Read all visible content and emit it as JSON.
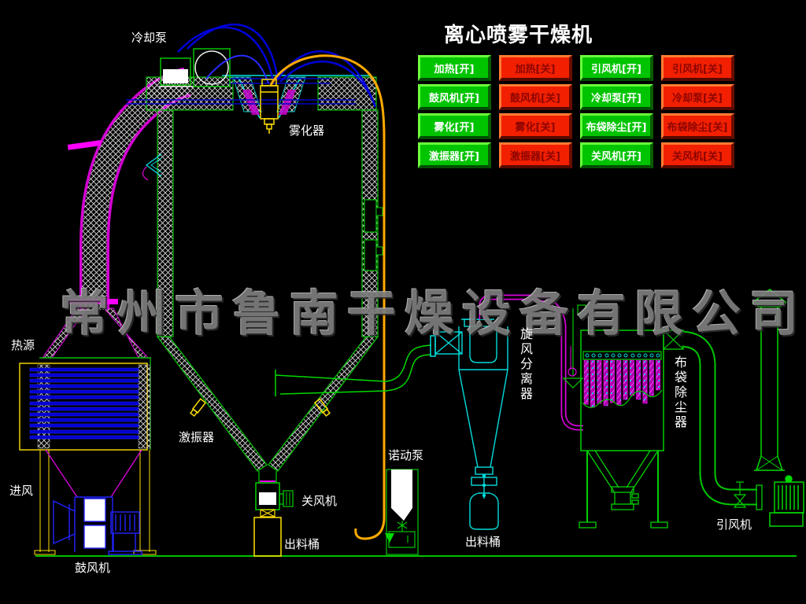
{
  "title": "离心喷雾干燥机",
  "watermark": "常州市鲁南干燥设备有限公司",
  "colors": {
    "background": "#000000",
    "button_on": "#00c400",
    "button_off": "#f22000",
    "line_green": "#00d000",
    "line_cyan": "#00dcdc",
    "line_magenta": "#d800d8",
    "line_blue": "#0000d2",
    "line_yellow": "#ffe000",
    "line_orange": "#ffaa00",
    "watermark_gray": "#7e7e7e"
  },
  "buttons": {
    "items": [
      {
        "label": "加热[开]",
        "state": "on"
      },
      {
        "label": "加热[关]",
        "state": "off"
      },
      {
        "label": "引风机[开]",
        "state": "on"
      },
      {
        "label": "引风机[关]",
        "state": "off"
      },
      {
        "label": "鼓风机[开]",
        "state": "on"
      },
      {
        "label": "鼓风机[关]",
        "state": "off"
      },
      {
        "label": "冷却泵[开]",
        "state": "on"
      },
      {
        "label": "冷却泵[关]",
        "state": "off"
      },
      {
        "label": "雾化[开]",
        "state": "on"
      },
      {
        "label": "雾化[关]",
        "state": "off"
      },
      {
        "label": "布袋除尘[开]",
        "state": "on"
      },
      {
        "label": "布袋除尘[关]",
        "state": "off"
      },
      {
        "label": "激振器[开]",
        "state": "on"
      },
      {
        "label": "激振器[关]",
        "state": "off"
      },
      {
        "label": "关风机[开]",
        "state": "on"
      },
      {
        "label": "关风机[关]",
        "state": "off"
      }
    ]
  },
  "labels": {
    "cooling_pump": "冷却泵",
    "atomizer": "雾化器",
    "heat_source": "热源",
    "air_inlet": "进风",
    "blower": "鼓风机",
    "exciter": "激振器",
    "rotary_airlock": "关风机",
    "discharge_barrel_left": "出料桶",
    "feed_pump": "诺动泵",
    "discharge_barrel_right": "出料桶",
    "cyclone_separator": "旋风分离器",
    "bag_filter": "布袋除尘器",
    "induced_fan": "引风机"
  }
}
